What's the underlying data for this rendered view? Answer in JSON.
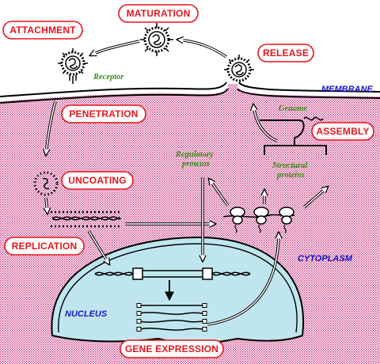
{
  "stages": {
    "maturation": "MATURATION",
    "attachment": "ATTACHMENT",
    "release": "RELEASE",
    "penetration": "PENETRATION",
    "assembly": "ASSEMBLY",
    "uncoating": "UNCOATING",
    "replication": "REPLICATION",
    "gene_expression": "GENE EXPRESSION"
  },
  "labels": {
    "receptor": "Receptor",
    "genome": "Genome",
    "regulatory_1": "Regulatory",
    "regulatory_2": "proteins",
    "structural_1": "Structural",
    "structural_2": "proteins"
  },
  "regions": {
    "membrane": "MEMBRANE",
    "cytoplasm": "CYTOPLASM",
    "nucleus": "NUCLEUS"
  },
  "colors": {
    "stage_text": "#e8141c",
    "cytoplasm_dots": "#c8307a",
    "nucleus_fill": "#bfe6ee",
    "green_text": "#3a8a1a",
    "blue_text": "#1616c8"
  }
}
